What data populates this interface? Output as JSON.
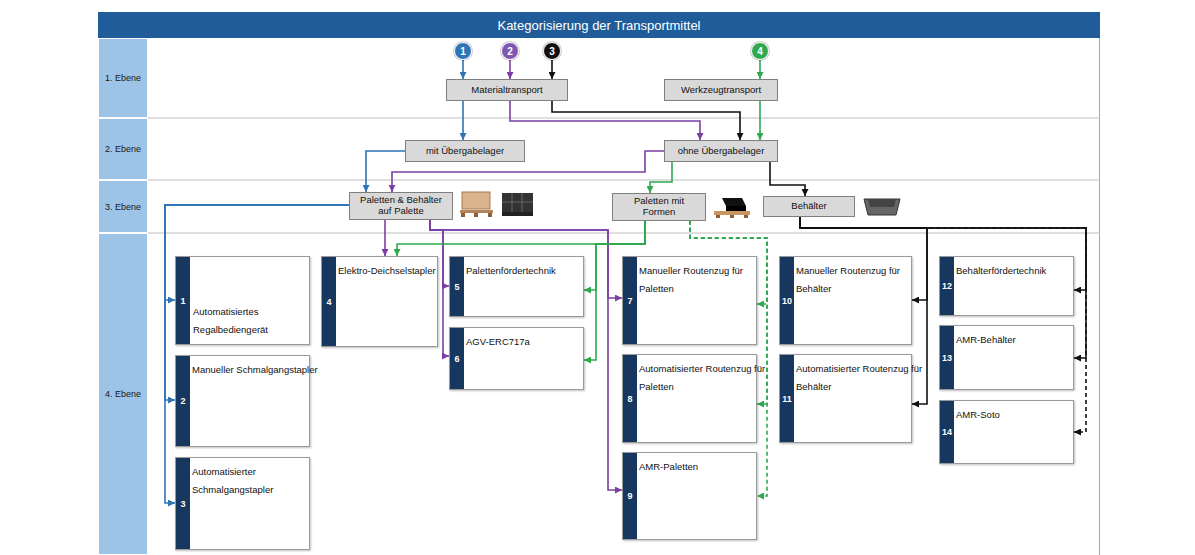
{
  "diagram": {
    "title": "Kategorisierung der Transportmittel",
    "nodes": [
      {
        "text": [
          "1. Ebene"
        ]
      },
      {
        "text": [
          "2. Ebene"
        ]
      },
      {
        "text": [
          "3. Ebene"
        ]
      },
      {
        "text": [
          "4. Ebene"
        ]
      },
      {
        "text": [
          "1"
        ]
      },
      {
        "text": [
          "2"
        ]
      },
      {
        "text": [
          "3"
        ]
      },
      {
        "text": [
          "4"
        ]
      },
      {
        "text": [
          "Materialtransport"
        ]
      },
      {
        "text": [
          "Werkzeugtransport"
        ]
      },
      {
        "text": [
          "mit Übergabelager"
        ]
      },
      {
        "text": [
          "ohne Übergabelager"
        ]
      },
      {
        "text": [
          "Paletten & Behälter auf Palette"
        ]
      },
      {
        "text": [
          "Paletten mit Formen"
        ]
      },
      {
        "text": [
          "Behälter"
        ]
      },
      {
        "text": [
          "1",
          "Automatisiertes Regalbediengerät"
        ]
      },
      {
        "text": [
          "2",
          "Manueller Schmalgangstapler"
        ]
      },
      {
        "text": [
          "3",
          "Automatisierter Schmalgangstapler"
        ]
      },
      {
        "text": [
          "4",
          "Elektro-Deichselstapler"
        ]
      },
      {
        "text": [
          "5",
          "Palettenfördertechnik"
        ]
      },
      {
        "text": [
          "6",
          "AGV-ERC717a"
        ]
      },
      {
        "text": [
          "7",
          "Manueller Routenzug für Paletten"
        ]
      },
      {
        "text": [
          "8",
          "Automatisierter Routenzug für Paletten"
        ]
      },
      {
        "text": [
          "9",
          "AMR-Paletten"
        ]
      },
      {
        "text": [
          "10",
          "Manueller Routenzug für Behälter"
        ]
      },
      {
        "text": [
          "11",
          "Automatisierter Routenzug für Behälter"
        ]
      },
      {
        "text": [
          "12",
          "Behälterfördertechnik"
        ]
      },
      {
        "text": [
          "13",
          "AMR-Behälter"
        ]
      },
      {
        "text": [
          "14",
          "AMR-Soto"
        ]
      }
    ],
    "edges": [
      {
        "from": 4,
        "to": 8,
        "arrow": "to"
      },
      {
        "from": 5,
        "to": 8,
        "arrow": "to"
      },
      {
        "from": 6,
        "to": 8,
        "arrow": "to"
      },
      {
        "from": 7,
        "to": 9,
        "arrow": "to"
      },
      {
        "from": 8,
        "to": 10,
        "arrow": "to"
      },
      {
        "from": 8,
        "to": 11,
        "arrow": "to"
      },
      {
        "from": 8,
        "to": 11,
        "arrow": "to"
      },
      {
        "from": 9,
        "to": 11,
        "arrow": "to"
      },
      {
        "from": 10,
        "to": 12,
        "arrow": "to"
      },
      {
        "from": 11,
        "to": 12,
        "arrow": "to"
      },
      {
        "from": 11,
        "to": 13,
        "arrow": "to"
      },
      {
        "from": 11,
        "to": 14,
        "arrow": "to"
      },
      {
        "from": 12,
        "to": 15,
        "arrow": "to"
      },
      {
        "from": 12,
        "to": 16,
        "arrow": "to"
      },
      {
        "from": 12,
        "to": 17,
        "arrow": "to"
      },
      {
        "from": 12,
        "to": 18,
        "arrow": "to"
      },
      {
        "from": 12,
        "to": 19,
        "arrow": "to"
      },
      {
        "from": 12,
        "to": 20,
        "arrow": "to"
      },
      {
        "from": 12,
        "to": 21,
        "arrow": "to"
      },
      {
        "from": 12,
        "to": 23,
        "arrow": "to"
      },
      {
        "from": 13,
        "to": 18,
        "arrow": "to"
      },
      {
        "from": 13,
        "to": 19,
        "arrow": "to"
      },
      {
        "from": 13,
        "to": 20,
        "arrow": "to"
      },
      {
        "from": 13,
        "to": 21,
        "arrow": "to"
      },
      {
        "from": 13,
        "to": 22,
        "arrow": "to"
      },
      {
        "from": 13,
        "to": 23,
        "arrow": "to"
      },
      {
        "from": 14,
        "to": 24,
        "arrow": "to"
      },
      {
        "from": 14,
        "to": 25,
        "arrow": "to"
      },
      {
        "from": 14,
        "to": 26,
        "arrow": "to"
      },
      {
        "from": 14,
        "to": 27,
        "arrow": "to"
      },
      {
        "from": 14,
        "to": 28,
        "arrow": "to"
      }
    ]
  }
}
